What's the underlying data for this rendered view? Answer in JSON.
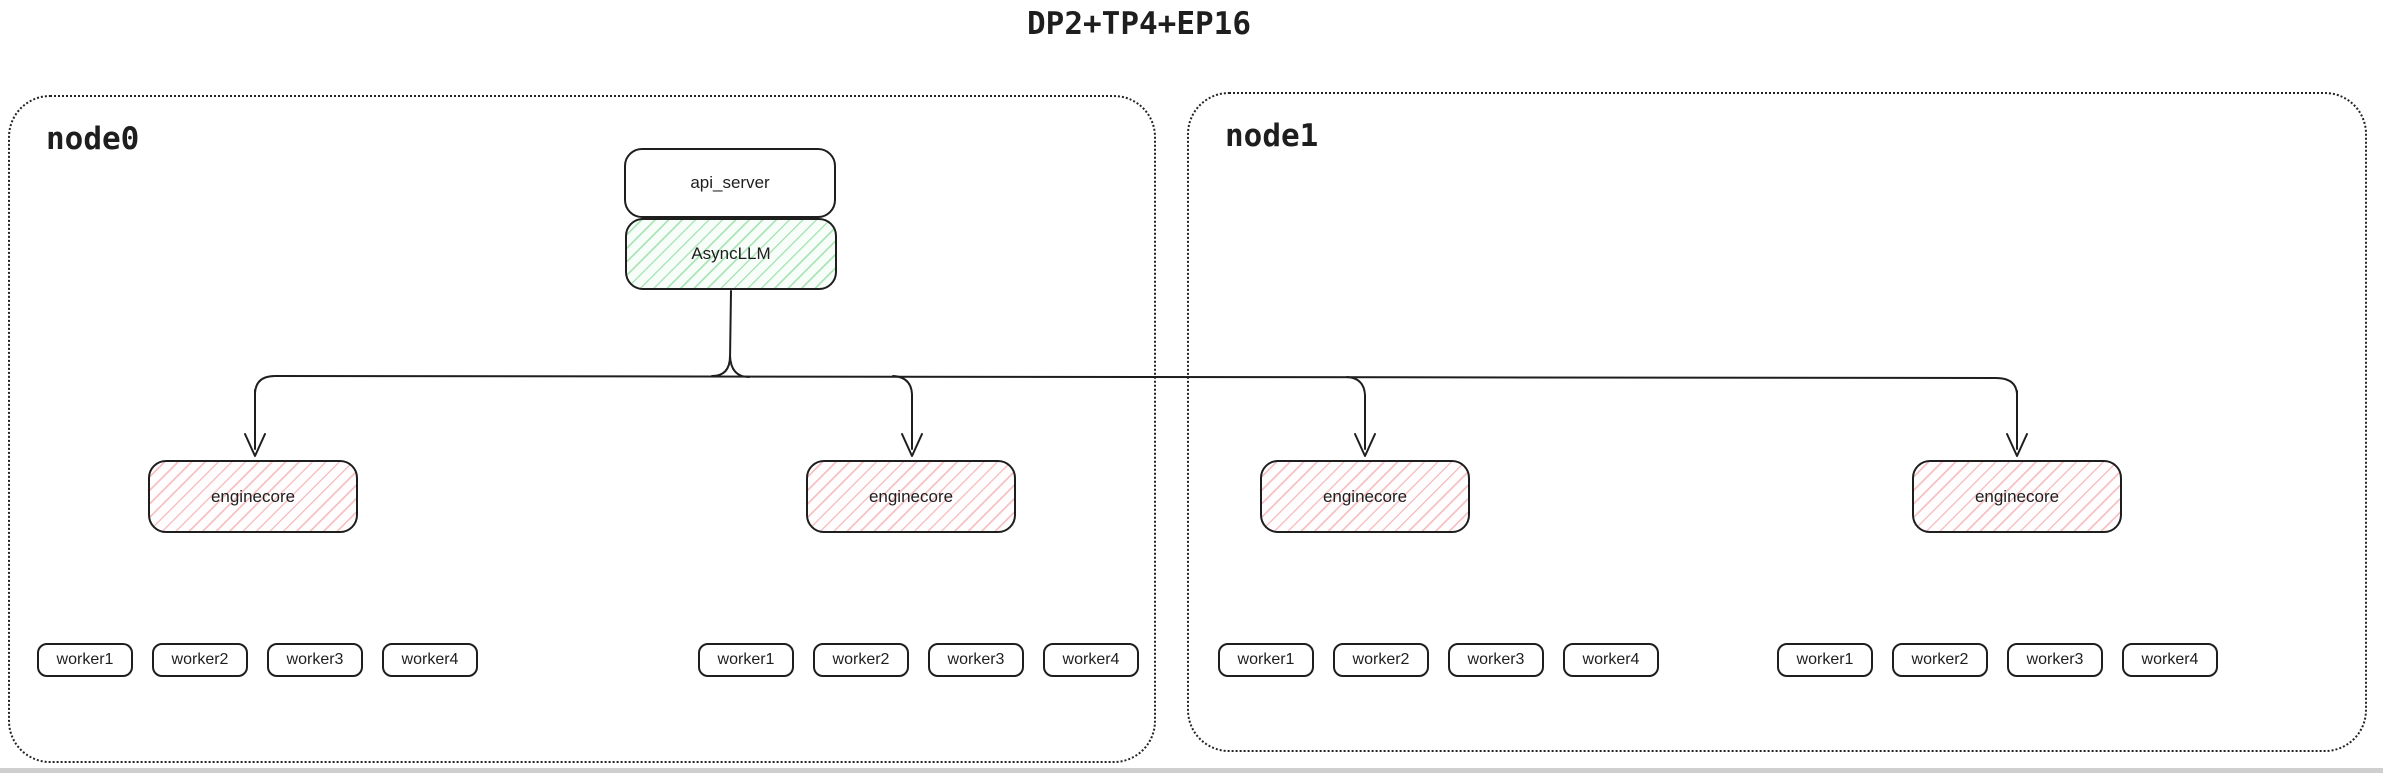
{
  "title": "DP2+TP4+EP16",
  "node0": {
    "label": "node0"
  },
  "node1": {
    "label": "node1"
  },
  "stack": {
    "api_server": "api_server",
    "asyncllm": "AsyncLLM"
  },
  "enginecore": {
    "label": "enginecore"
  },
  "workers": {
    "w1": "worker1",
    "w2": "worker2",
    "w3": "worker3",
    "w4": "worker4"
  },
  "colors": {
    "stroke": "#1e1e1e",
    "green_hatch": "#40c057",
    "red_hatch": "#e04949",
    "background": "#ffffff",
    "bottom_edge": "#cfcfcf"
  }
}
